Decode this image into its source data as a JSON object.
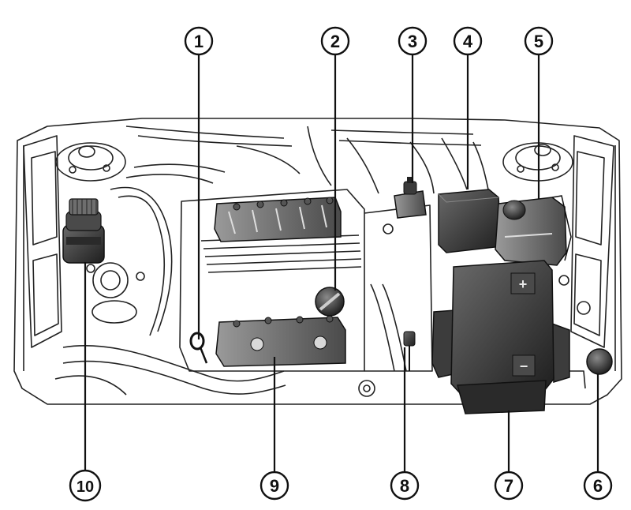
{
  "callouts": [
    {
      "id": "1",
      "label": "1"
    },
    {
      "id": "2",
      "label": "2"
    },
    {
      "id": "3",
      "label": "3"
    },
    {
      "id": "4",
      "label": "4"
    },
    {
      "id": "5",
      "label": "5"
    },
    {
      "id": "6",
      "label": "6"
    },
    {
      "id": "7",
      "label": "7"
    },
    {
      "id": "8",
      "label": "8"
    },
    {
      "id": "9",
      "label": "9"
    },
    {
      "id": "10",
      "label": "10"
    }
  ],
  "battery": {
    "positive_symbol": "+",
    "negative_symbol": "−"
  },
  "colors": {
    "line": "#222222",
    "part_dark": "#3a3a3a",
    "part_mid": "#7a7a7a",
    "part_light": "#bdbdbd",
    "background": "#ffffff"
  }
}
